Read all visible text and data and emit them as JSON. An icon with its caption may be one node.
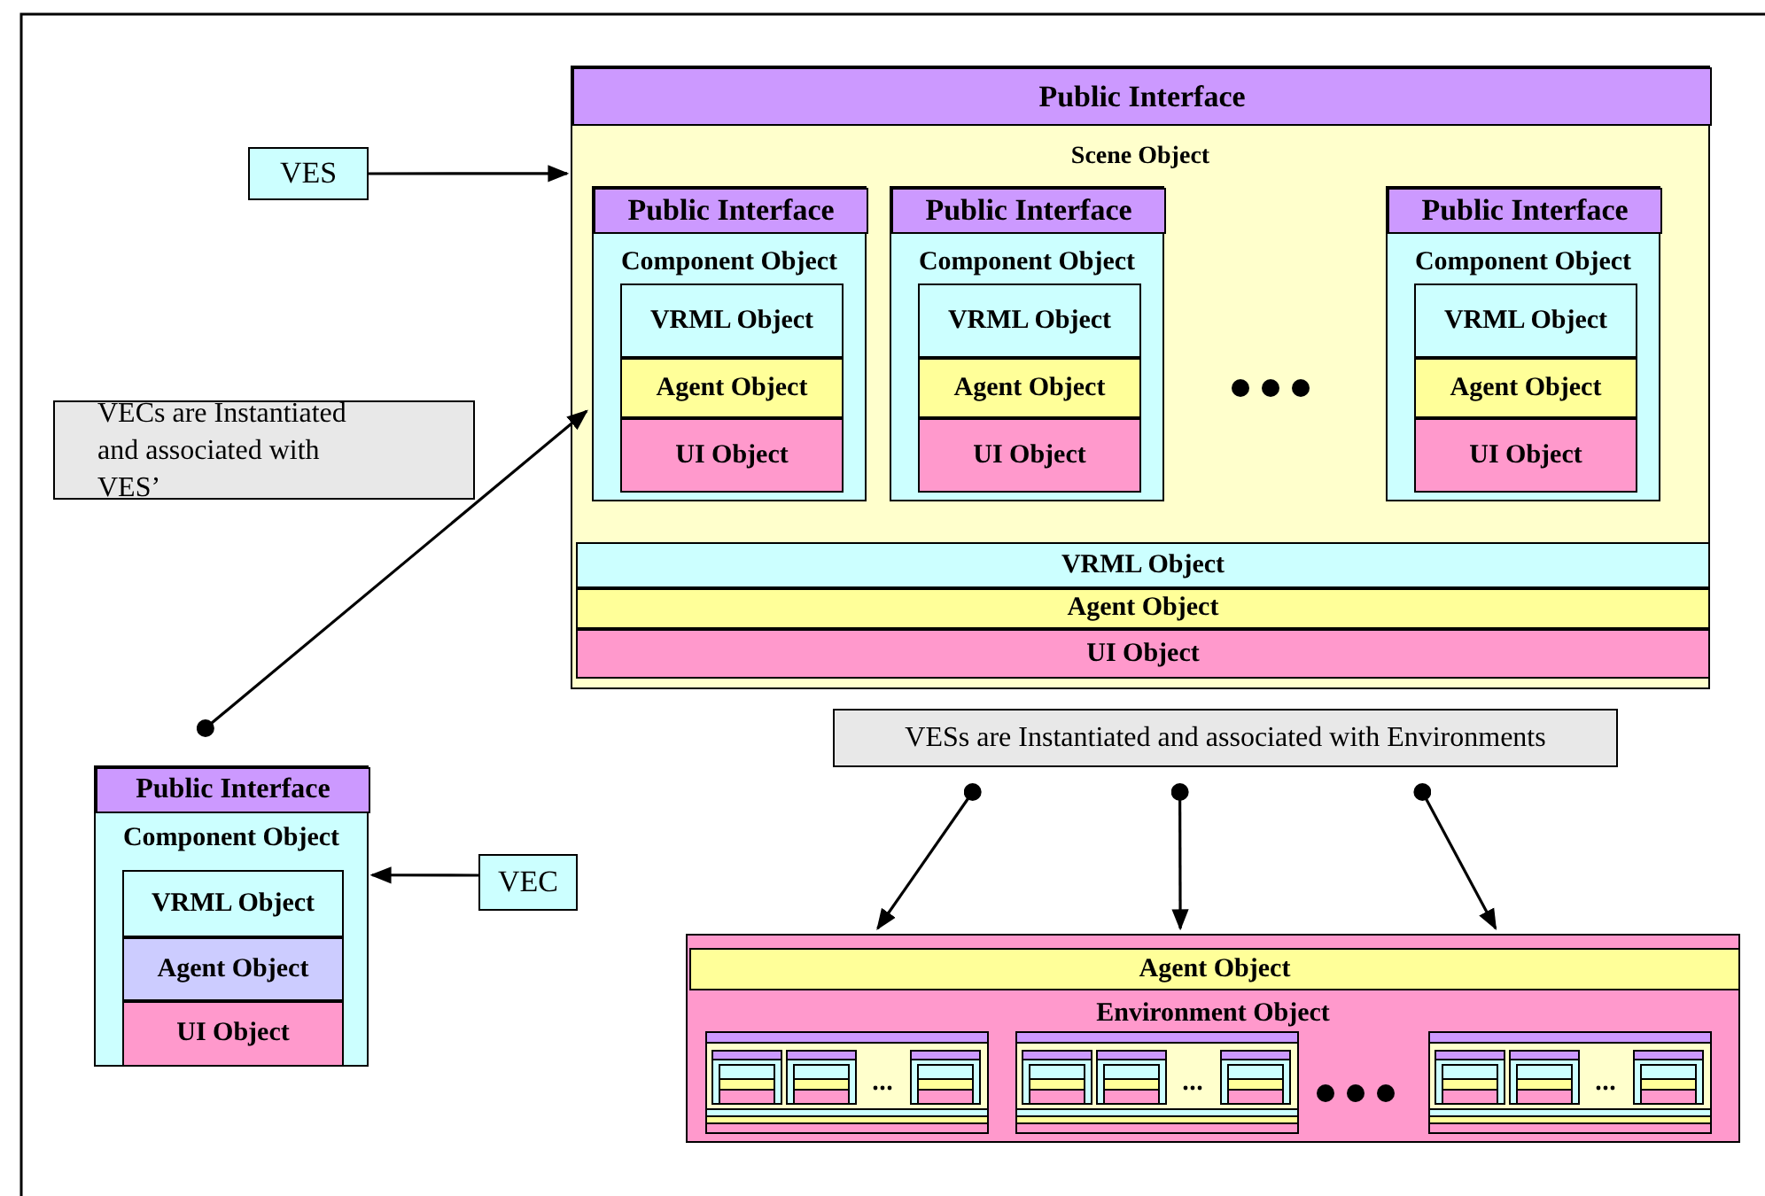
{
  "diagram": {
    "nodes": [
      {
        "text": [
          "Scene Object"
        ]
      },
      {
        "text": [
          "Public Interface"
        ],
        "in": 0
      },
      {
        "text": [
          "Component Object"
        ],
        "in": 0
      },
      {
        "text": [
          "Public Interface"
        ],
        "in": 2
      },
      {
        "text": [
          "VRML Object"
        ],
        "in": 2
      },
      {
        "text": [
          "Agent Object"
        ],
        "in": 2
      },
      {
        "text": [
          "UI Object"
        ],
        "in": 2
      },
      {
        "text": [
          "Component Object"
        ],
        "in": 0
      },
      {
        "text": [
          "Public Interface"
        ],
        "in": 7
      },
      {
        "text": [
          "VRML Object"
        ],
        "in": 7
      },
      {
        "text": [
          "Agent Object"
        ],
        "in": 7
      },
      {
        "text": [
          "UI Object"
        ],
        "in": 7
      },
      {
        "text": [
          "Component Object"
        ],
        "in": 0
      },
      {
        "text": [
          "Public Interface"
        ],
        "in": 12
      },
      {
        "text": [
          "VRML Object"
        ],
        "in": 12
      },
      {
        "text": [
          "Agent Object"
        ],
        "in": 12
      },
      {
        "text": [
          "UI Object"
        ],
        "in": 12
      },
      {
        "text": [
          "VRML Object"
        ],
        "in": 0
      },
      {
        "text": [
          "Agent Object"
        ],
        "in": 0
      },
      {
        "text": [
          "UI Object"
        ],
        "in": 0
      },
      {
        "text": [
          "VES"
        ]
      },
      {
        "text": [
          "VECs are Instantiated and associated with VES’"
        ]
      },
      {
        "text": [
          "Component Object"
        ]
      },
      {
        "text": [
          "Public Interface"
        ],
        "in": 22
      },
      {
        "text": [
          "VRML Object"
        ],
        "in": 22
      },
      {
        "text": [
          "Agent Object"
        ],
        "in": 22
      },
      {
        "text": [
          "UI Object"
        ],
        "in": 22
      },
      {
        "text": [
          "VEC"
        ]
      },
      {
        "text": [
          "VESs are Instantiated and associated with Environments"
        ]
      },
      {
        "text": [
          "Environment Object"
        ]
      },
      {
        "text": [
          "Agent Object"
        ],
        "in": 29
      },
      {
        "text": [],
        "shape": "picture",
        "in": 29
      },
      {
        "text": [],
        "shape": "picture",
        "in": 29
      },
      {
        "text": [],
        "shape": "picture",
        "in": 29
      }
    ],
    "edges": [
      {
        "from": 20,
        "to": 0,
        "arrow": "to"
      },
      {
        "from": 22,
        "to": 2,
        "arrow": "to"
      },
      {
        "from": 27,
        "to": 22,
        "arrow": "to"
      },
      {
        "from": 28,
        "to": 29,
        "arrow": "to"
      },
      {
        "from": 28,
        "to": 29,
        "arrow": "to"
      },
      {
        "from": 28,
        "to": 29,
        "arrow": "to"
      }
    ]
  }
}
